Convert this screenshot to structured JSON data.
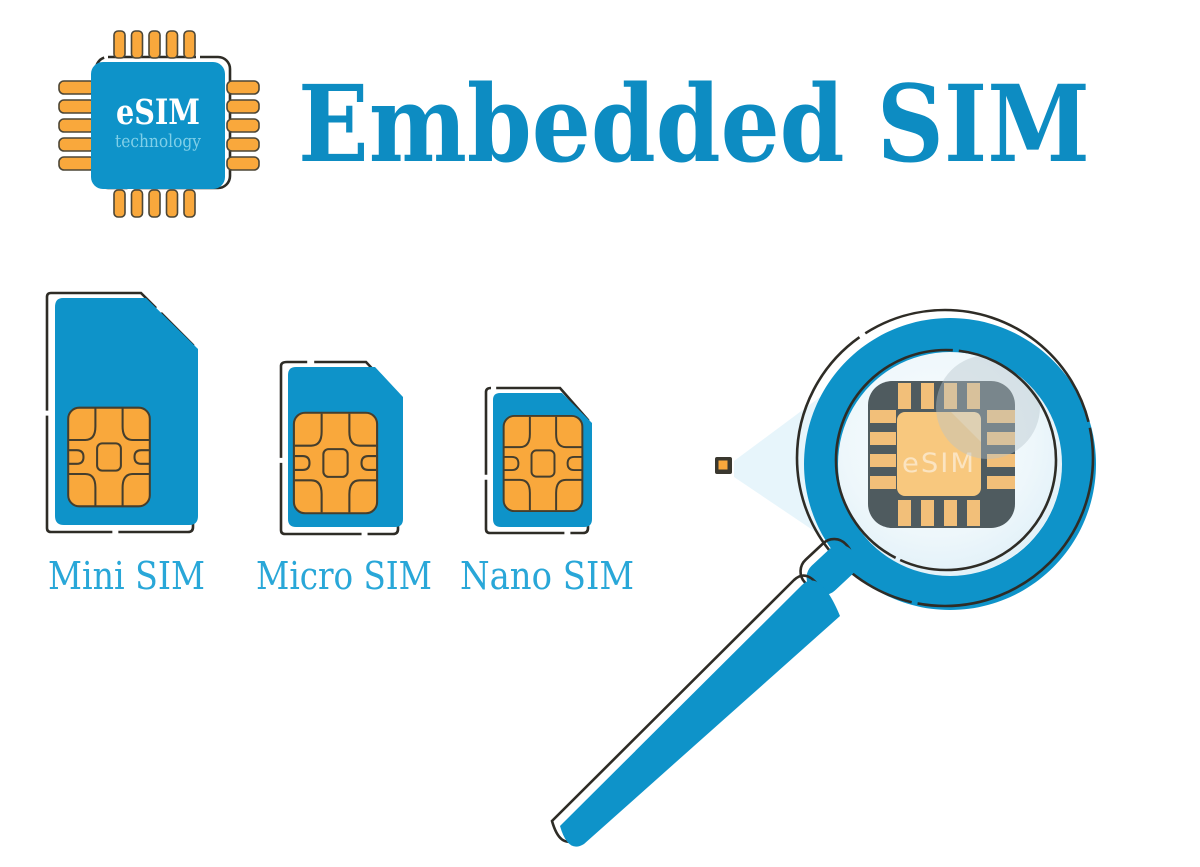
{
  "logo": {
    "chip_label": "eSIM",
    "chip_sublabel": "technology"
  },
  "title": "Embedded SIM",
  "sim_cards": [
    {
      "label": "Mini SIM"
    },
    {
      "label": "Micro SIM"
    },
    {
      "label": "Nano SIM"
    }
  ],
  "magnifier": {
    "chip_label": "eSIM"
  },
  "colors": {
    "blue": "#0e93c9",
    "title-blue": "#0d8cc2",
    "label-blue": "#29a7d8",
    "orange": "#f9a83c",
    "chip-line": "#453e2d",
    "pin-stroke": "#4c4636",
    "outline": "#2e2c26",
    "slate": "#4f5b5f",
    "tan": "#f2bf79",
    "chip-center": "#f8c87e",
    "chip-fold": "#fcd9a2",
    "lens": "#eef7fb",
    "beam": "#e7f5fb",
    "shine": "#b6c4ca",
    "logo-subtitle": "#7fcfe8"
  }
}
